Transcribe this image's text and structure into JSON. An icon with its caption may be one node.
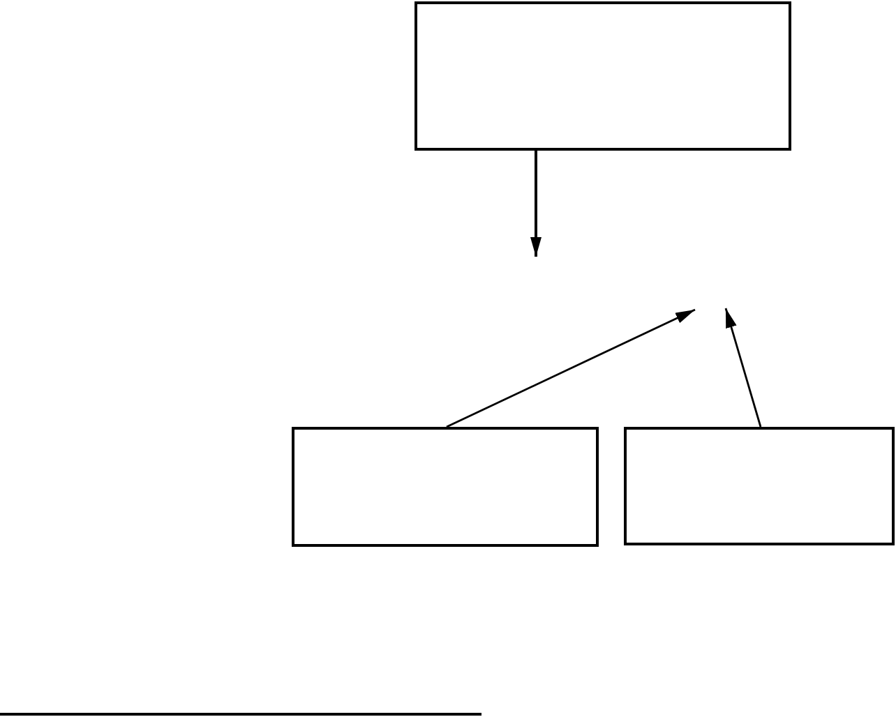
{
  "diagram": {
    "nodes": [
      {
        "text": [],
        "shape": "box"
      },
      {
        "text": [],
        "shape": "box"
      },
      {
        "text": [],
        "shape": "box"
      }
    ],
    "edges": [
      {
        "from": 0,
        "to": null,
        "arrow": "to"
      },
      {
        "from": 1,
        "to": null,
        "arrow": "to"
      },
      {
        "from": 2,
        "to": null,
        "arrow": "to"
      }
    ]
  }
}
